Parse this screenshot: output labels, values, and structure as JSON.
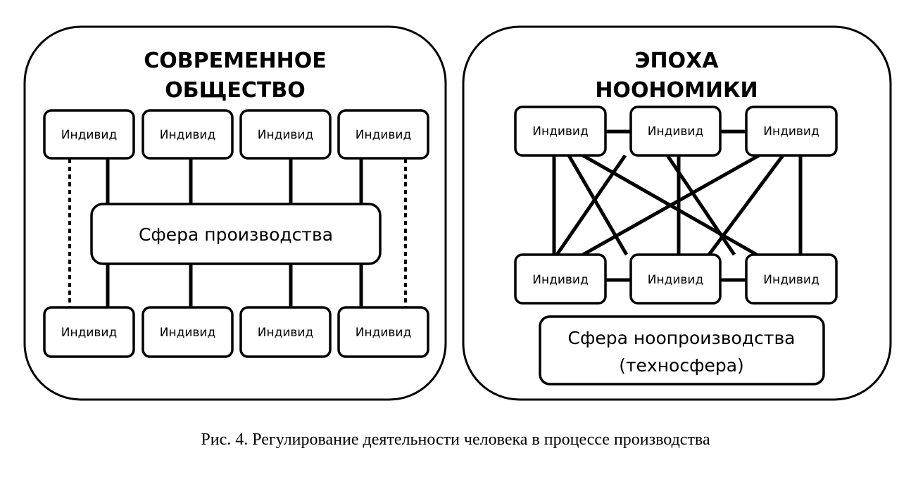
{
  "figure": {
    "caption": "Рис. 4. Регулирование деятельности человека в процессе производства"
  },
  "left_panel": {
    "title_line1": "СОВРЕМЕННОЕ",
    "title_line2": "ОБЩЕСТВО",
    "top_individuals": [
      "Индивид",
      "Индивид",
      "Индивид",
      "Индивид"
    ],
    "bottom_individuals": [
      "Индивид",
      "Индивид",
      "Индивид",
      "Индивид"
    ],
    "sphere_label": "Сфера производства",
    "connections": "each individual linked to the production sphere by solid lines; outer individuals linked to each other by dotted lines"
  },
  "right_panel": {
    "title_line1": "ЭПОХА",
    "title_line2": "НООНОМИКИ",
    "top_individuals": [
      "Индивид",
      "Индивид",
      "Индивид"
    ],
    "bottom_individuals": [
      "Индивид",
      "Индивид",
      "Индивид"
    ],
    "sphere_label_line1": "Сфера ноопроизводства",
    "sphere_label_line2": "(техносфера)",
    "connections": "all individuals linked to each other (fully connected network)"
  }
}
